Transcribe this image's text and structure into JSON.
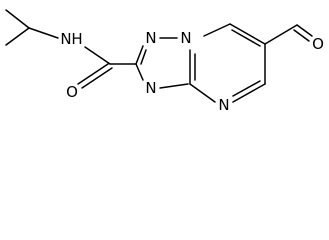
{
  "molecule": {
    "atoms": {
      "amide_nh": "N",
      "amide_h": "H",
      "carbonyl_o": "O",
      "triazole_n1": "N",
      "triazole_n2": "N",
      "triazole_n3": "N",
      "pyrimidine_n": "N",
      "aldehyde_o": "O"
    }
  },
  "colors": {
    "bond": "#000000",
    "label": "#000000",
    "background": "#ffffff"
  }
}
